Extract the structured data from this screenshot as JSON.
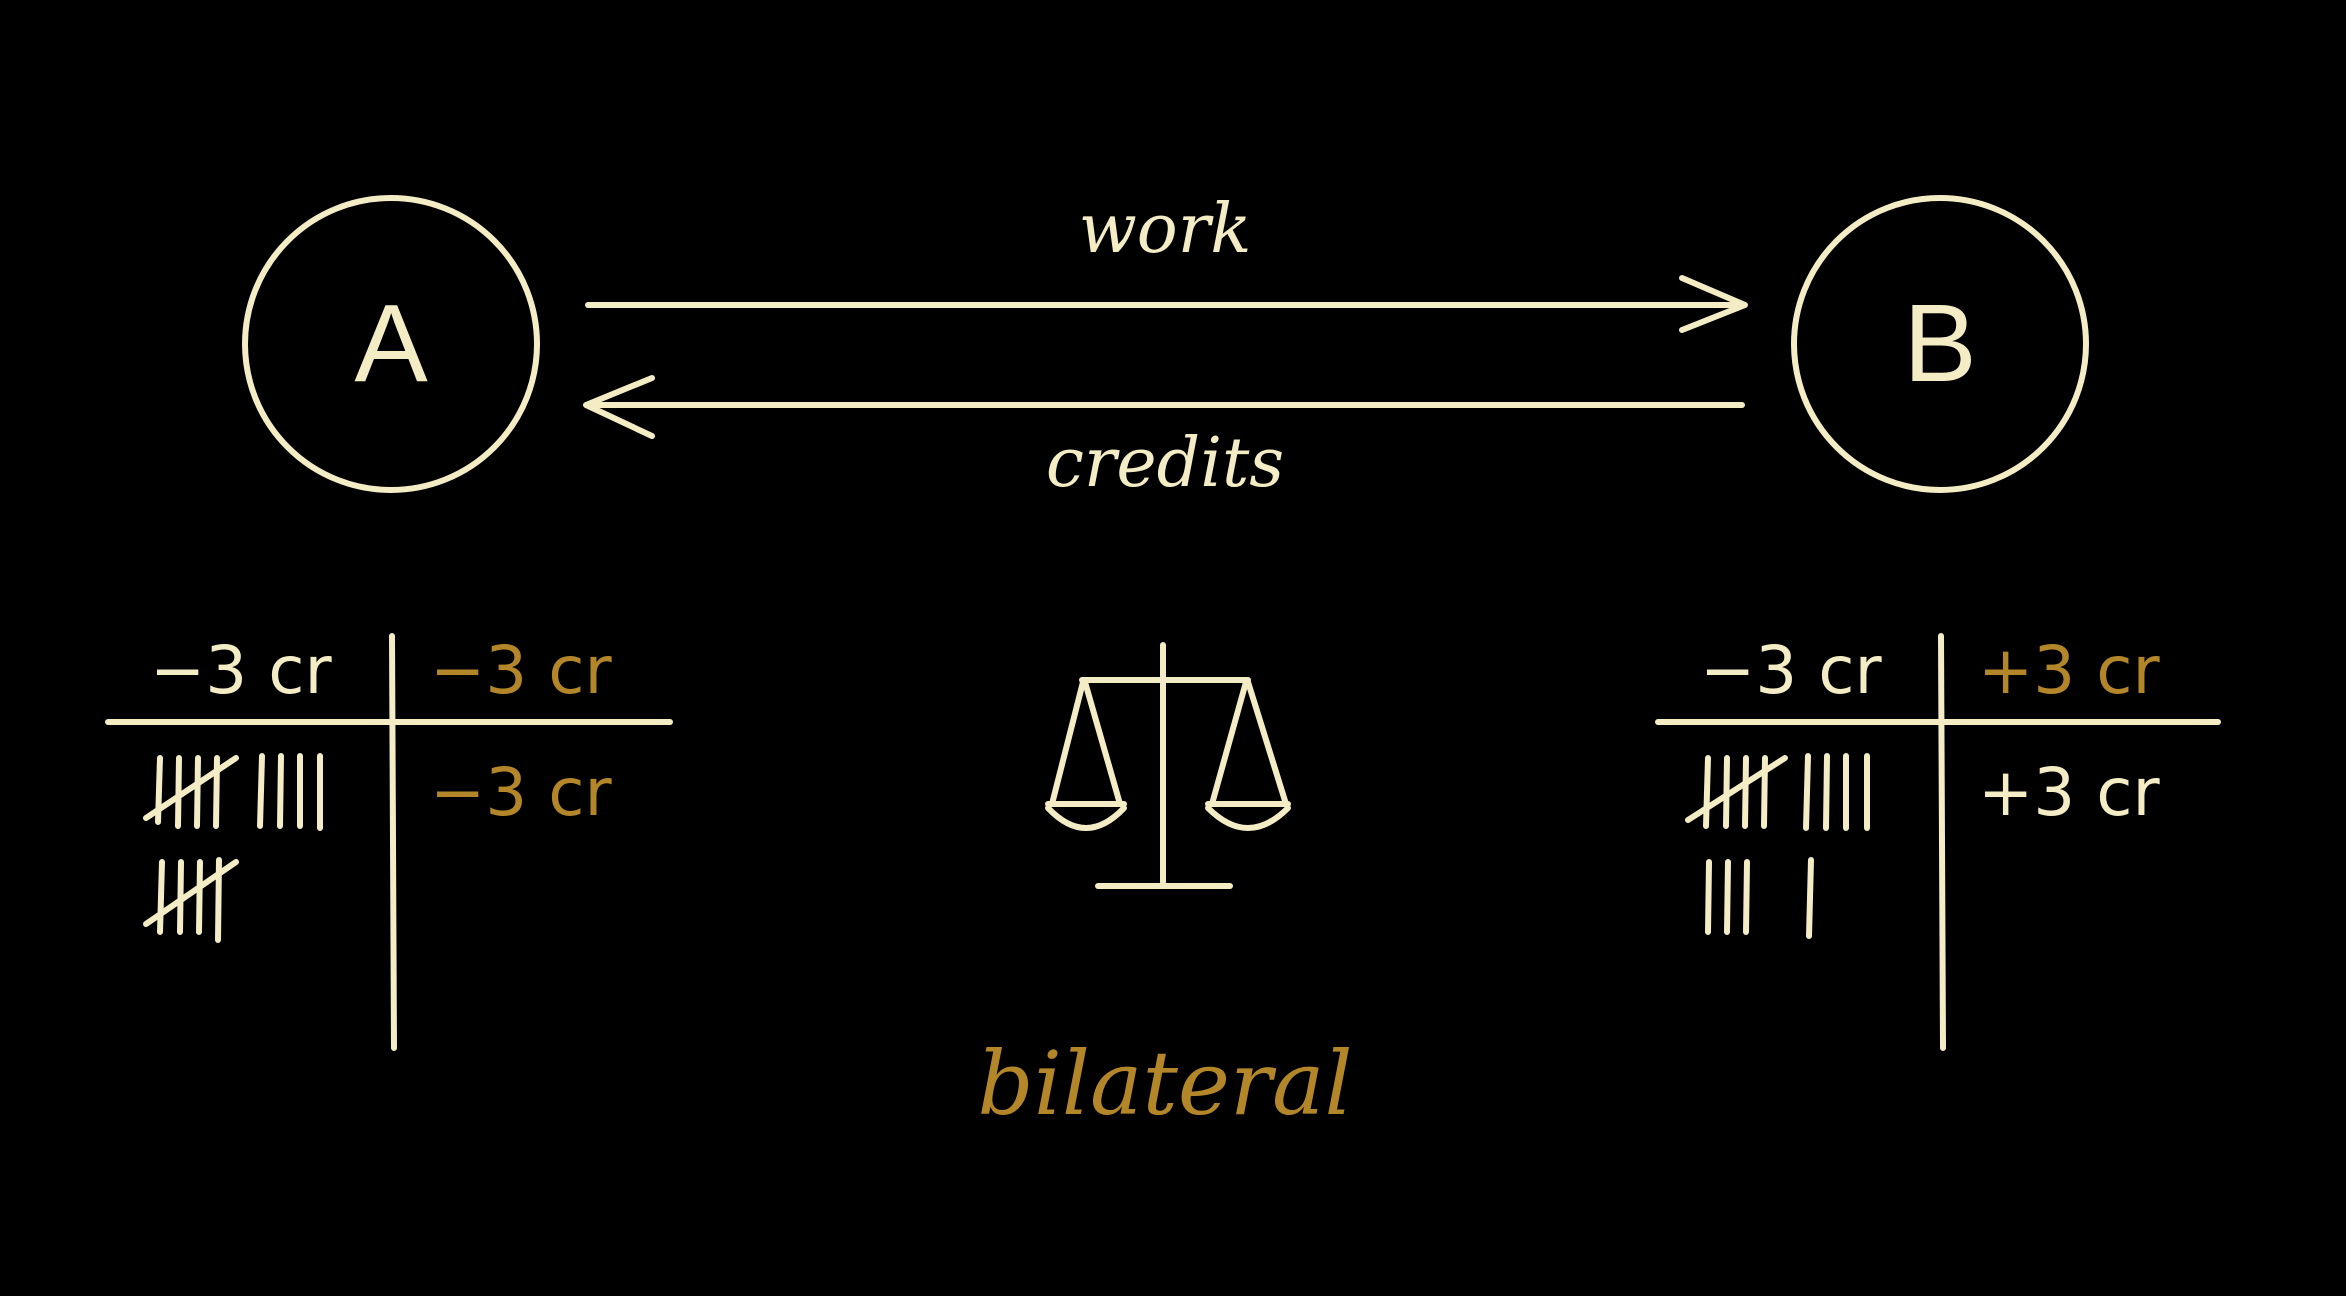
{
  "diagram": {
    "nodes": [
      {
        "id": "A",
        "label": "A"
      },
      {
        "id": "B",
        "label": "B"
      }
    ],
    "edges": [
      {
        "from": "A",
        "to": "B",
        "label": "work"
      },
      {
        "from": "B",
        "to": "A",
        "label": "credits"
      }
    ],
    "center_icon": "balance-scale-icon",
    "caption": "bilateral",
    "ledgers": {
      "A": {
        "header_left": "−3 cr",
        "header_right": "−3 cr",
        "tally_count": 14,
        "tally_rows": [
          "5 + 4",
          "5"
        ],
        "entry_right": "−3 cr"
      },
      "B": {
        "header_left": "−3 cr",
        "header_right": "+3 cr",
        "tally_count": 13,
        "tally_rows": [
          "5 + 4",
          "3 + 1"
        ],
        "entry_right": "+3 cr"
      }
    },
    "colors": {
      "background": "#000000",
      "ink": "#f3ecc4",
      "accent_gold": "#b4862a"
    }
  }
}
